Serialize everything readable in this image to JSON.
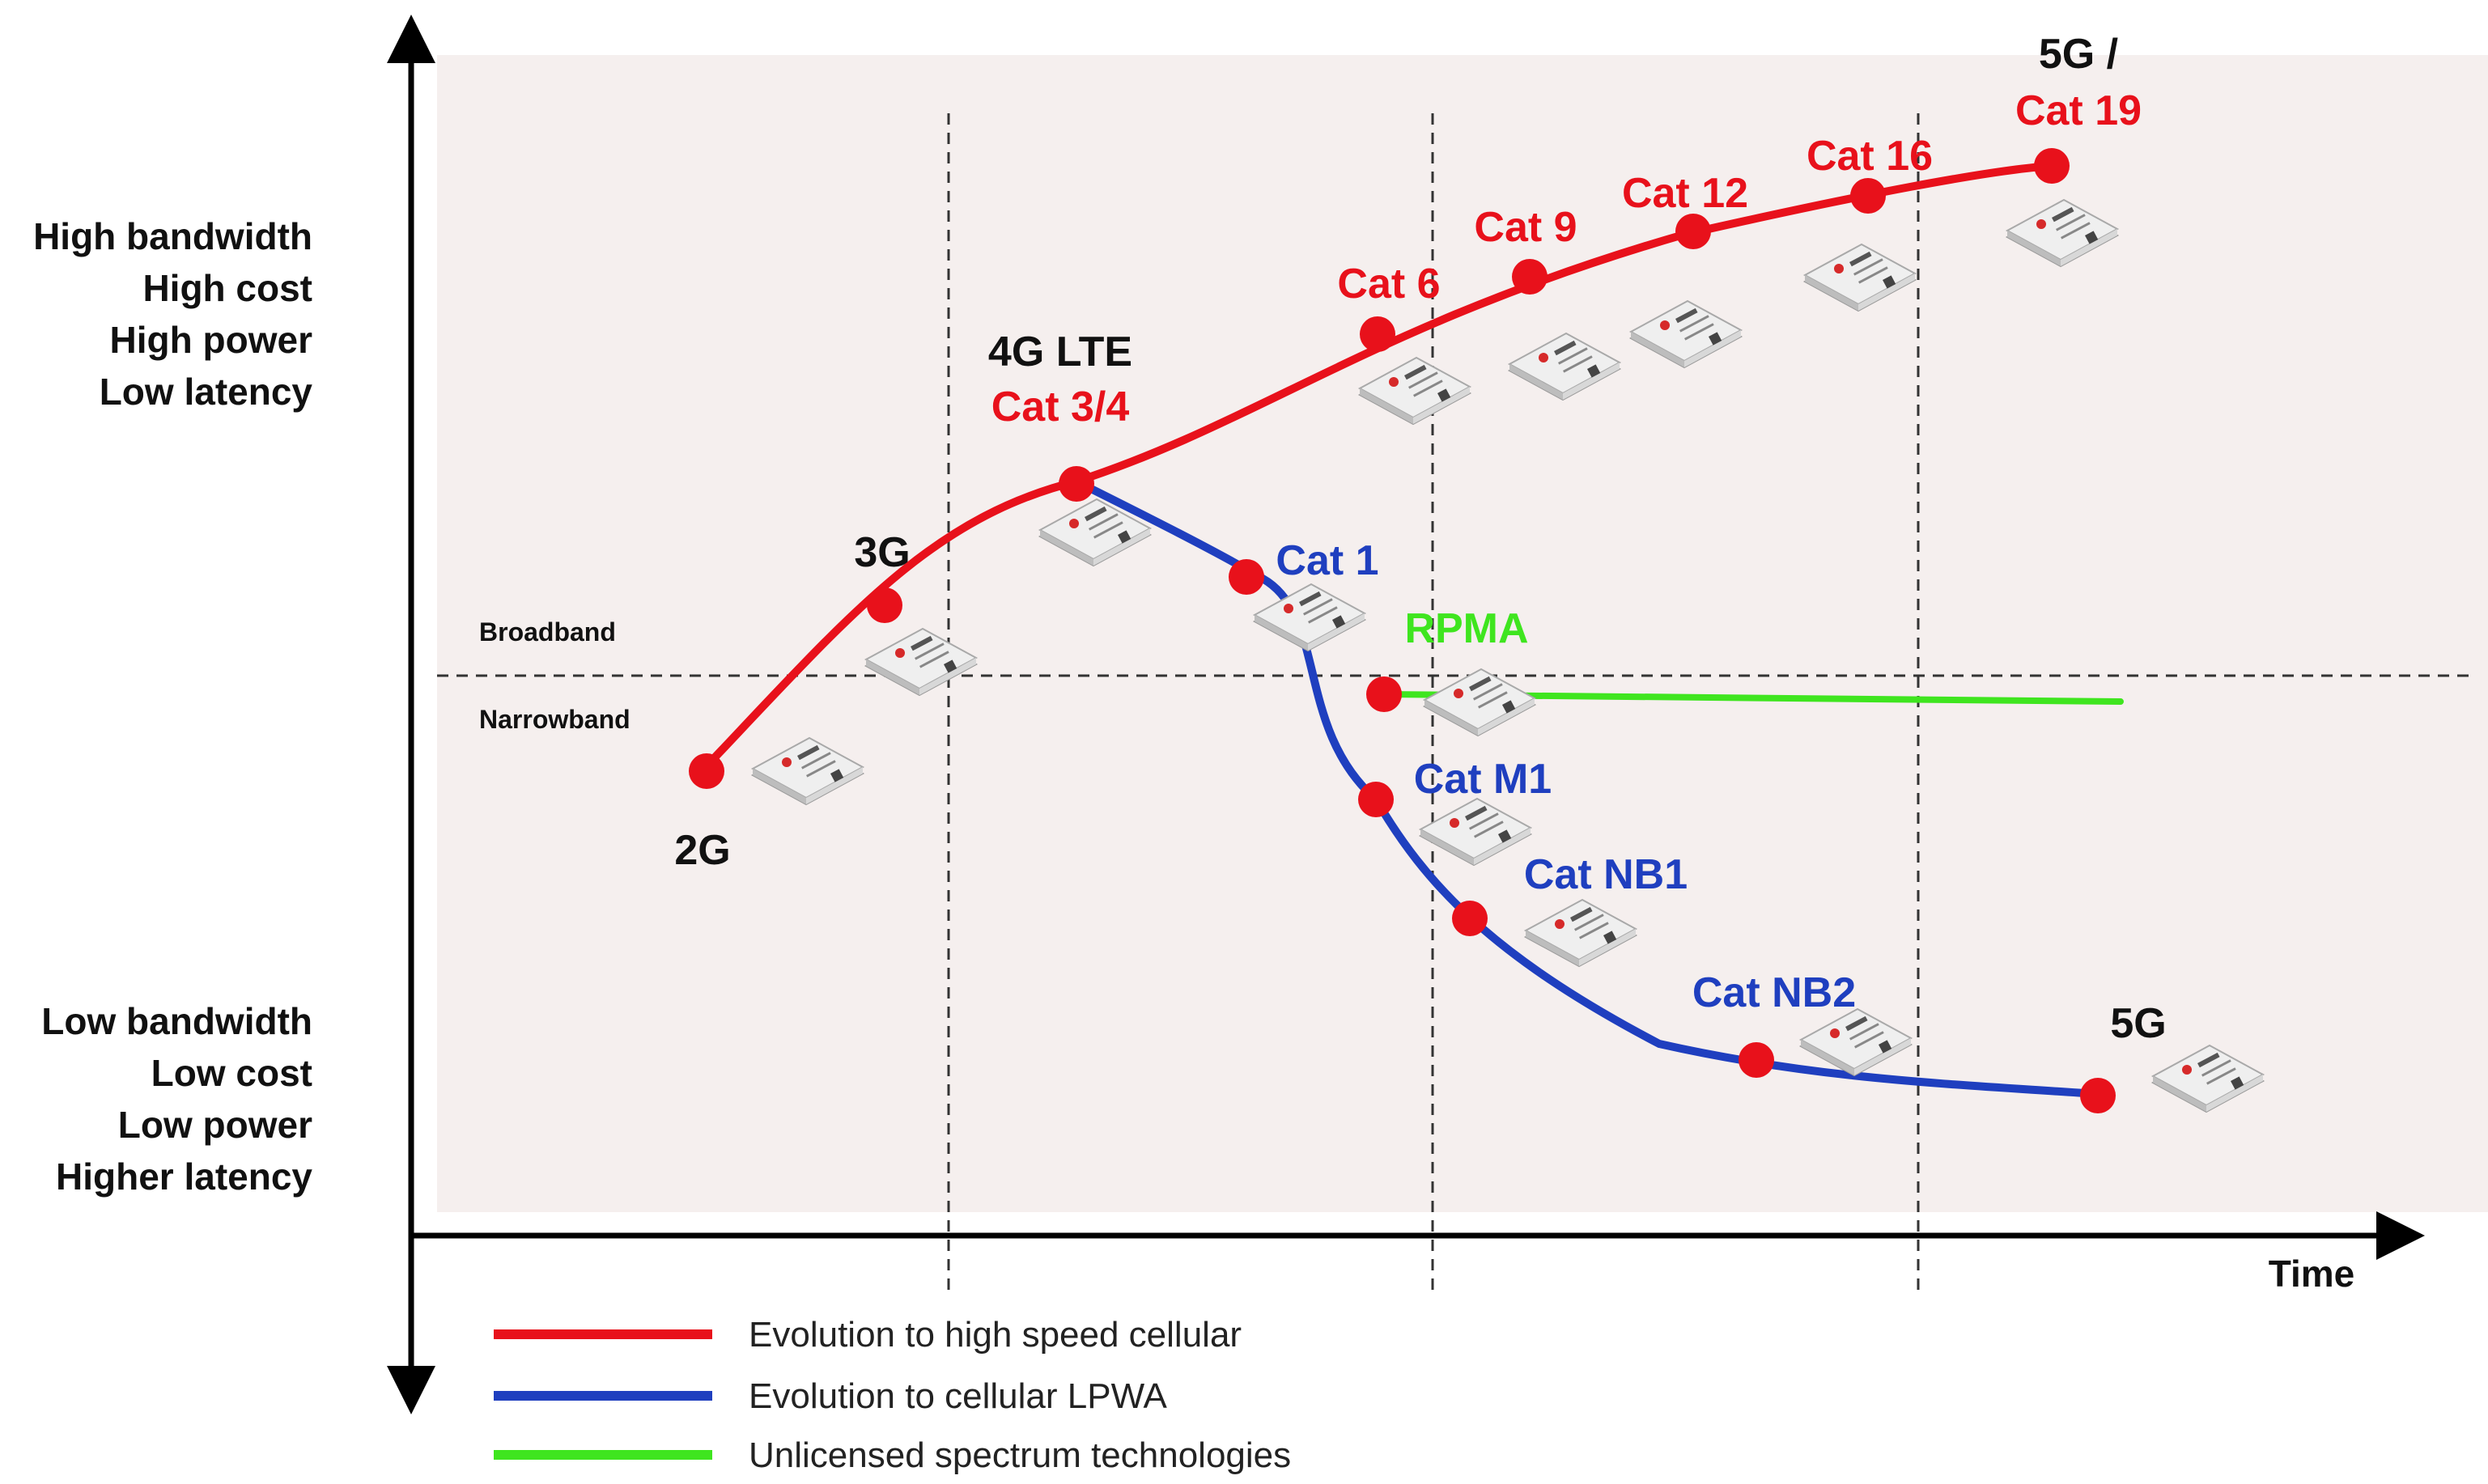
{
  "colors": {
    "high_speed": "#e8111b",
    "lpwa": "#1f3fbf",
    "unlicensed": "#3fe51f",
    "node": "#e8111b",
    "axis": "#000000",
    "background_panel": "#f5efee",
    "dark_text": "#111111",
    "module_body": "#e9e9e9"
  },
  "axis_labels": {
    "top": [
      "High bandwidth",
      "High cost",
      "High power",
      "Low latency"
    ],
    "bottom": [
      "Low bandwidth",
      "Low cost",
      "Low power",
      "Higher latency"
    ],
    "time": "Time"
  },
  "band_labels": {
    "broadband": "Broadband",
    "narrowband": "Narrowband"
  },
  "nodes": {
    "g2": "2G",
    "g3": "3G",
    "lte_title": "4G LTE",
    "lte_cat": "Cat 3/4",
    "cat6": "Cat 6",
    "cat9": "Cat 9",
    "cat12": "Cat 12",
    "cat16": "Cat 16",
    "g5_top_title": "5G /",
    "g5_top_cat": "Cat 19",
    "cat1": "Cat 1",
    "rpma": "RPMA",
    "catm1": "Cat M1",
    "catnb1": "Cat NB1",
    "catnb2": "Cat NB2",
    "g5_low": "5G"
  },
  "legend": [
    {
      "label": "Evolution to high speed cellular",
      "color": "#e8111b"
    },
    {
      "label": "Evolution to cellular LPWA",
      "color": "#1f3fbf"
    },
    {
      "label": "Unlicensed spectrum technologies",
      "color": "#3fe51f"
    }
  ],
  "icons": {
    "module": "cellular-module-icon"
  }
}
